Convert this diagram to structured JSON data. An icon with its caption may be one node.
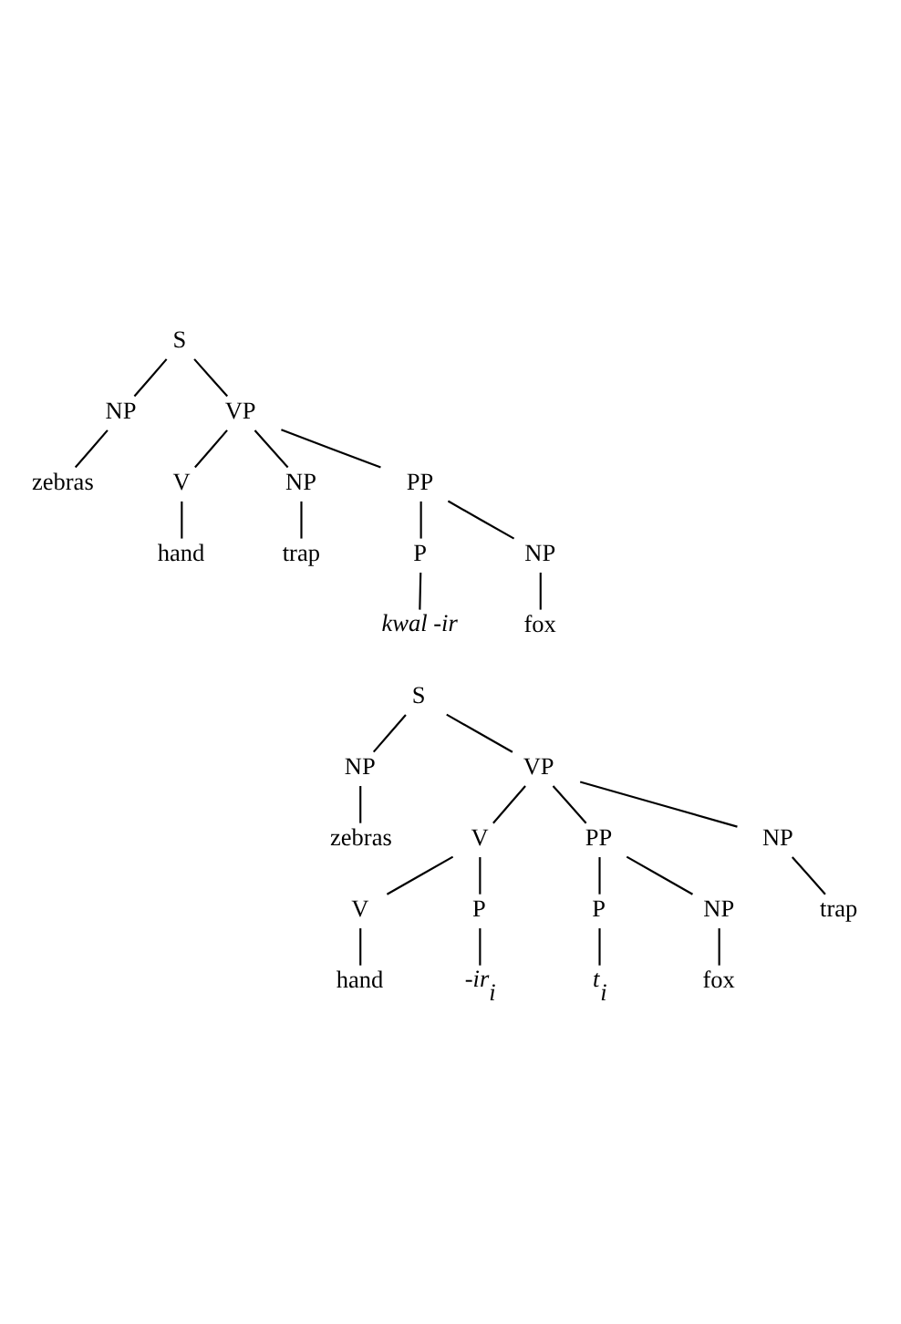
{
  "diagram": {
    "nodes": [
      {
        "text": [
          "S"
        ]
      },
      {
        "text": [
          "NP"
        ]
      },
      {
        "text": [
          "zebras"
        ]
      },
      {
        "text": [
          "VP"
        ]
      },
      {
        "text": [
          "V"
        ]
      },
      {
        "text": [
          "hand"
        ]
      },
      {
        "text": [
          "NP"
        ]
      },
      {
        "text": [
          "trap"
        ]
      },
      {
        "text": [
          "PP"
        ]
      },
      {
        "text": [
          "P"
        ]
      },
      {
        "text": [
          "kwal -ir"
        ]
      },
      {
        "text": [
          "NP"
        ]
      },
      {
        "text": [
          "fox"
        ]
      },
      {
        "text": [
          "S"
        ]
      },
      {
        "text": [
          "NP"
        ]
      },
      {
        "text": [
          "zebras"
        ]
      },
      {
        "text": [
          "VP"
        ]
      },
      {
        "text": [
          "V"
        ]
      },
      {
        "text": [
          "V"
        ]
      },
      {
        "text": [
          "hand"
        ]
      },
      {
        "text": [
          "P"
        ]
      },
      {
        "text": [
          "-ir$_{i}$"
        ]
      },
      {
        "text": [
          "PP"
        ]
      },
      {
        "text": [
          "P"
        ]
      },
      {
        "text": [
          "t$_{i}$"
        ]
      },
      {
        "text": [
          "NP"
        ]
      },
      {
        "text": [
          "fox"
        ]
      },
      {
        "text": [
          "NP"
        ]
      },
      {
        "text": [
          "trap"
        ]
      }
    ],
    "edges": [
      {
        "from": 0,
        "to": 1,
        "arrow": "none"
      },
      {
        "from": 0,
        "to": 3,
        "arrow": "none"
      },
      {
        "from": 1,
        "to": 2,
        "arrow": "none"
      },
      {
        "from": 3,
        "to": 4,
        "arrow": "none"
      },
      {
        "from": 3,
        "to": 6,
        "arrow": "none"
      },
      {
        "from": 3,
        "to": 8,
        "arrow": "none"
      },
      {
        "from": 4,
        "to": 5,
        "arrow": "none"
      },
      {
        "from": 6,
        "to": 7,
        "arrow": "none"
      },
      {
        "from": 8,
        "to": 9,
        "arrow": "none"
      },
      {
        "from": 8,
        "to": 11,
        "arrow": "none"
      },
      {
        "from": 9,
        "to": 10,
        "arrow": "none"
      },
      {
        "from": 11,
        "to": 12,
        "arrow": "none"
      },
      {
        "from": 13,
        "to": 14,
        "arrow": "none"
      },
      {
        "from": 13,
        "to": 16,
        "arrow": "none"
      },
      {
        "from": 14,
        "to": 15,
        "arrow": "none"
      },
      {
        "from": 16,
        "to": 17,
        "arrow": "none"
      },
      {
        "from": 16,
        "to": 22,
        "arrow": "none"
      },
      {
        "from": 16,
        "to": 27,
        "arrow": "none"
      },
      {
        "from": 17,
        "to": 18,
        "arrow": "none"
      },
      {
        "from": 17,
        "to": 20,
        "arrow": "none"
      },
      {
        "from": 18,
        "to": 19,
        "arrow": "none"
      },
      {
        "from": 20,
        "to": 21,
        "arrow": "none"
      },
      {
        "from": 22,
        "to": 23,
        "arrow": "none"
      },
      {
        "from": 22,
        "to": 25,
        "arrow": "none"
      },
      {
        "from": 23,
        "to": 24,
        "arrow": "none"
      },
      {
        "from": 25,
        "to": 26,
        "arrow": "none"
      },
      {
        "from": 27,
        "to": 28,
        "arrow": "none"
      }
    ]
  }
}
